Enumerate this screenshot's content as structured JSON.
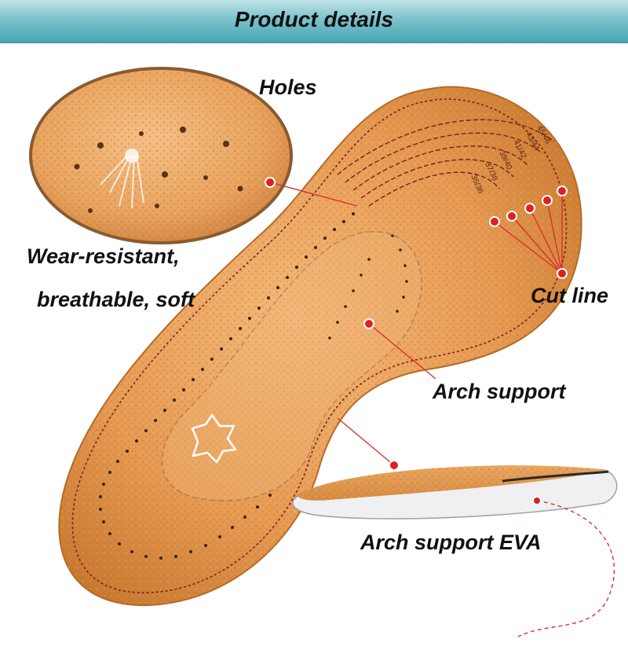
{
  "header": {
    "title": "Product details"
  },
  "callouts": {
    "holes": "Holes",
    "wear_line1": "Wear-resistant,",
    "wear_line2": "breathable, soft",
    "cut_line": "Cut line",
    "arch_support": "Arch support",
    "arch_support_eva": "Arch support EVA"
  },
  "size_marks": [
    "45/46",
    "43/44",
    "41/42",
    "39/40",
    "37/38",
    "35/36"
  ],
  "colors": {
    "banner": "#48a6b3",
    "leather": "#e9a259",
    "leather_dark": "#c9792f",
    "leader_line": "#d93030",
    "marker": "#e02020",
    "stitch": "#7a1e1e"
  }
}
